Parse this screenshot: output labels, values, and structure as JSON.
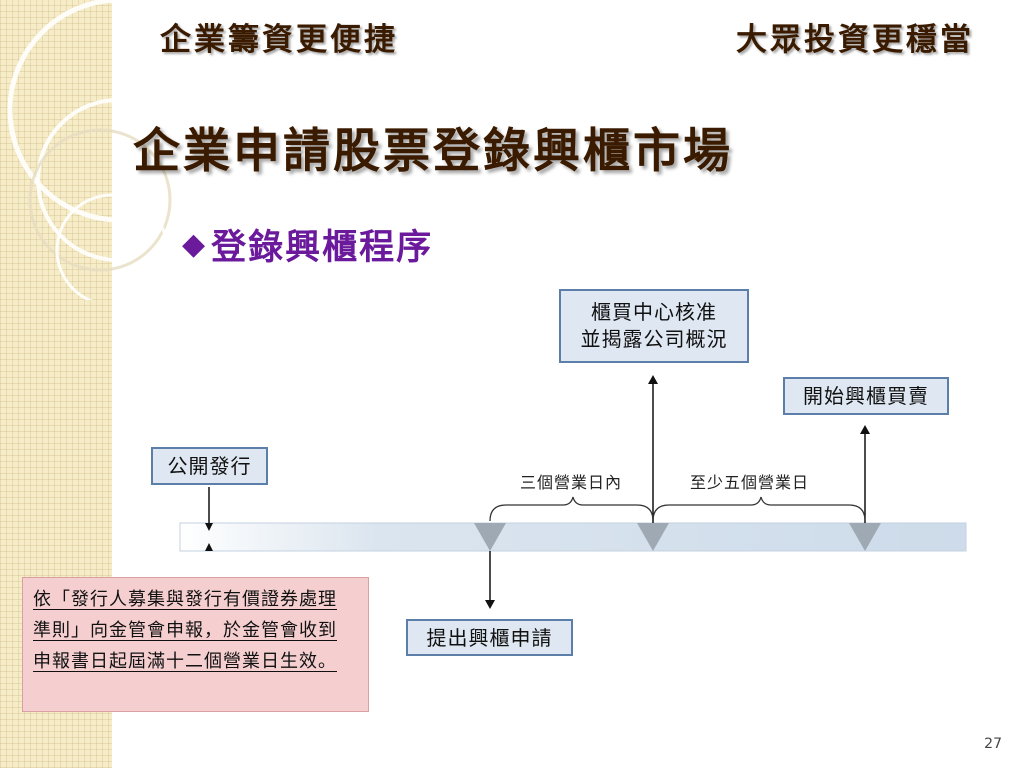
{
  "header": {
    "left": "企業籌資更便捷",
    "right": "大眾投資更穩當"
  },
  "title": "企業申請股票登錄興櫃市場",
  "subtitle": {
    "bullet": "◆",
    "text": "登錄興櫃程序"
  },
  "diagram": {
    "steps": {
      "public_offering": "公開發行",
      "submit_application": "提出興櫃申請",
      "approval_line1": "櫃買中心核准",
      "approval_line2": "並揭露公司概況",
      "start_trading": "開始興櫃買賣"
    },
    "periods": {
      "within_three_days": "三個營業日內",
      "at_least_five_days": "至少五個營業日"
    }
  },
  "note": {
    "text": "依「發行人募集與發行有價證券處理準則」向金管會申報，於金管會收到申報書日起屆滿十二個營業日生效。"
  },
  "page_number": "27",
  "colors": {
    "header_text": "#3a1b00",
    "subtitle_text": "#6b1a9c",
    "box_fill": "#dfe8f2",
    "box_border": "#5b7fa8",
    "note_fill": "#f5cfd0",
    "timeline": "#d5e1ee"
  }
}
